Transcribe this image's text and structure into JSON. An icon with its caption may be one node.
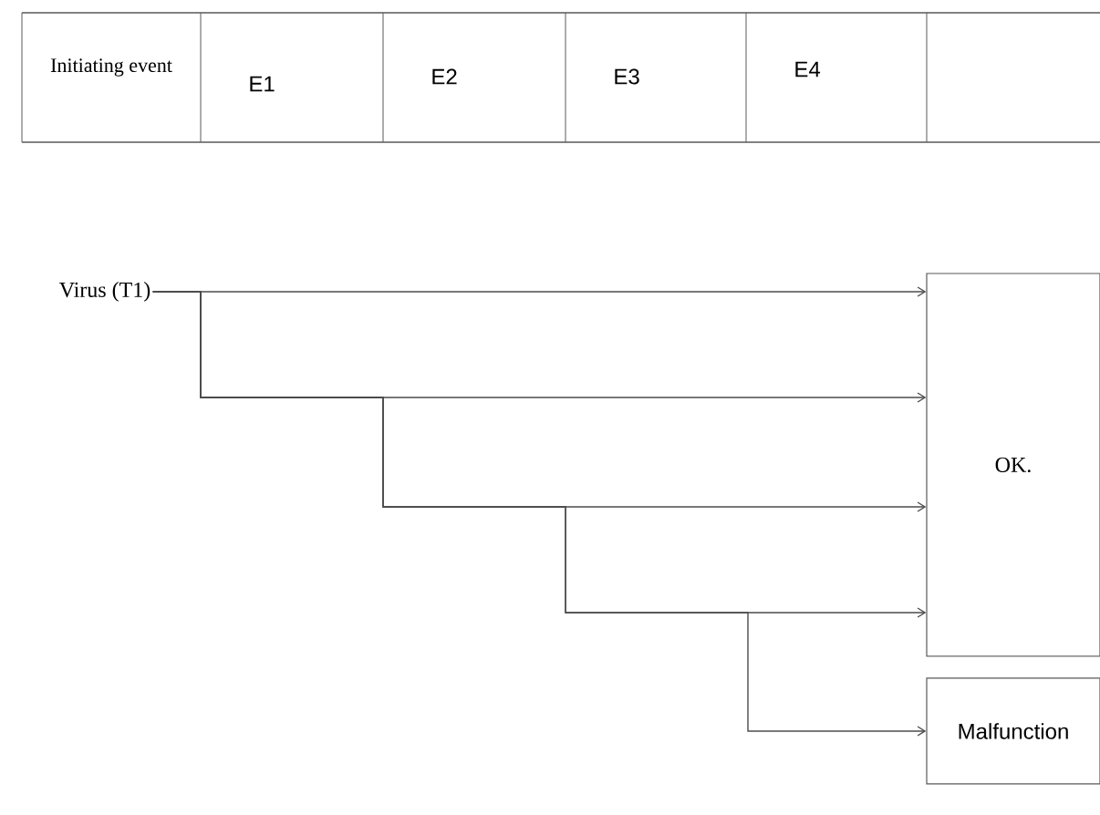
{
  "diagram": {
    "nodes": [
      {
        "text": [
          "Virus (T1)"
        ]
      },
      {
        "text": [
          "OK."
        ]
      },
      {
        "text": [
          "Malfunction"
        ]
      }
    ],
    "edges": [
      {
        "from": 0,
        "to": 1,
        "arrow": "to"
      },
      {
        "from": 0,
        "to": 1,
        "arrow": "to"
      },
      {
        "from": 0,
        "to": 1,
        "arrow": "to"
      },
      {
        "from": 0,
        "to": 1,
        "arrow": "to"
      },
      {
        "from": 0,
        "to": 2,
        "arrow": "to"
      }
    ],
    "labels": [
      "Initiating event",
      "E1",
      "E2",
      "E3",
      "E4"
    ]
  }
}
